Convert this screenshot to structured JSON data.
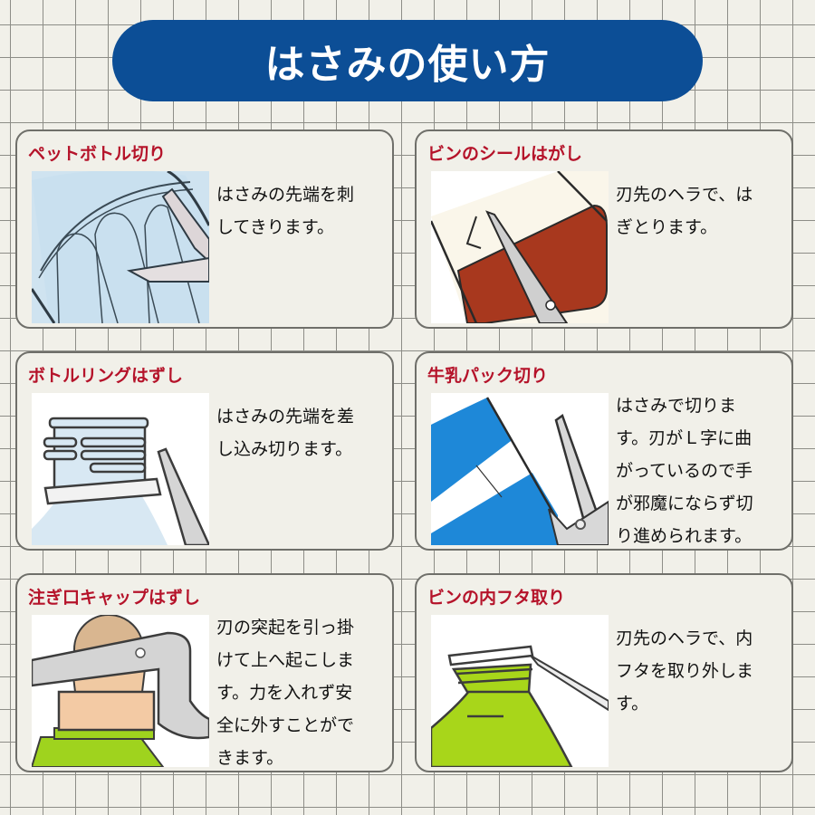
{
  "title": "はさみの使い方",
  "colors": {
    "title_bg": "#0c4e96",
    "heading": "#b5132a",
    "background": "#f1f0e9"
  },
  "cards": [
    {
      "heading": "ペットボトル切り",
      "illustration": "pet-bottle-cutting-illustration",
      "lines": [
        "はさみの先端を刺",
        "してきります。"
      ]
    },
    {
      "heading": "ビンのシールはがし",
      "illustration": "bottle-label-peeling-illustration",
      "lines": [
        "刃先のヘラで、は",
        "ぎとります。"
      ]
    },
    {
      "heading": "ボトルリングはずし",
      "illustration": "bottle-ring-removal-illustration",
      "lines": [
        "はさみの先端を差",
        "し込み切ります。"
      ]
    },
    {
      "heading": "牛乳パック切り",
      "illustration": "milk-carton-cutting-illustration",
      "lines": [
        "はさみで切りま",
        "す。刃がＬ字に曲",
        "がっているので手",
        "が邪魔にならず切",
        "り進められます。"
      ]
    },
    {
      "heading": "注ぎ口キャップはずし",
      "illustration": "spout-cap-removal-illustration",
      "lines": [
        "刃の突起を引っ掛",
        "けて上へ起こしま",
        "す。力を入れず安",
        "全に外すことがで",
        "きます。"
      ]
    },
    {
      "heading": "ビンの内フタ取り",
      "illustration": "inner-lid-removal-illustration",
      "lines": [
        "刃先のヘラで、内",
        "フタを取り外しま",
        "す。"
      ]
    }
  ]
}
